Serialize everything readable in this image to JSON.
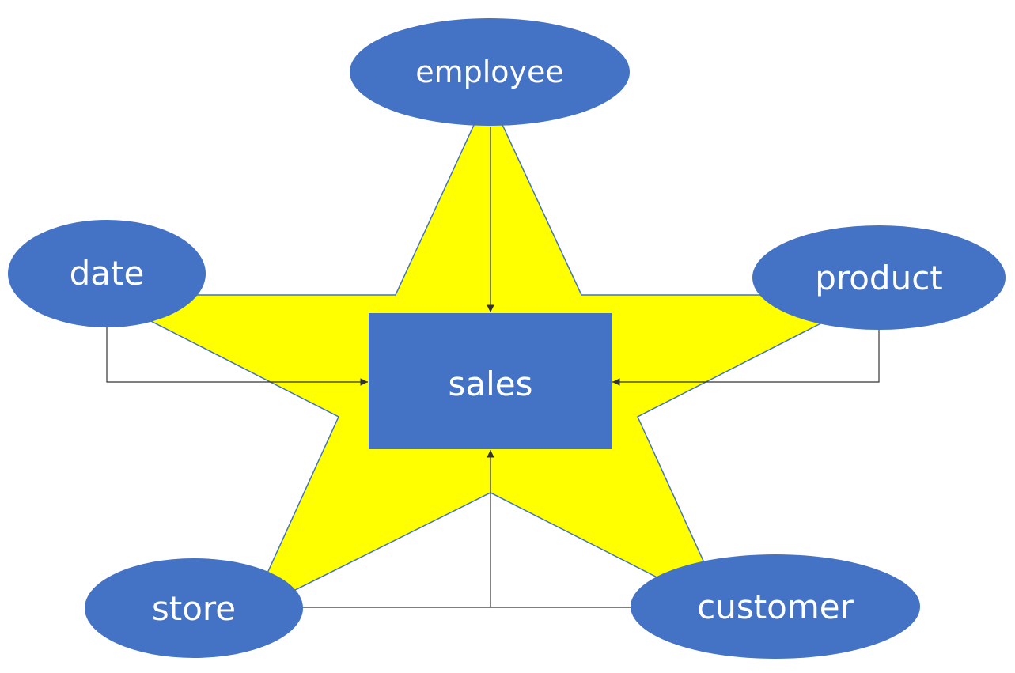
{
  "diagram": {
    "fact_table": "sales",
    "dimensions": {
      "employee": "employee",
      "date": "date",
      "product": "product",
      "store": "store",
      "customer": "customer"
    }
  },
  "colors": {
    "node_fill": "#4472C4",
    "star_fill": "#FFFF00",
    "star_stroke": "#4472C4",
    "connector": "#333333"
  }
}
